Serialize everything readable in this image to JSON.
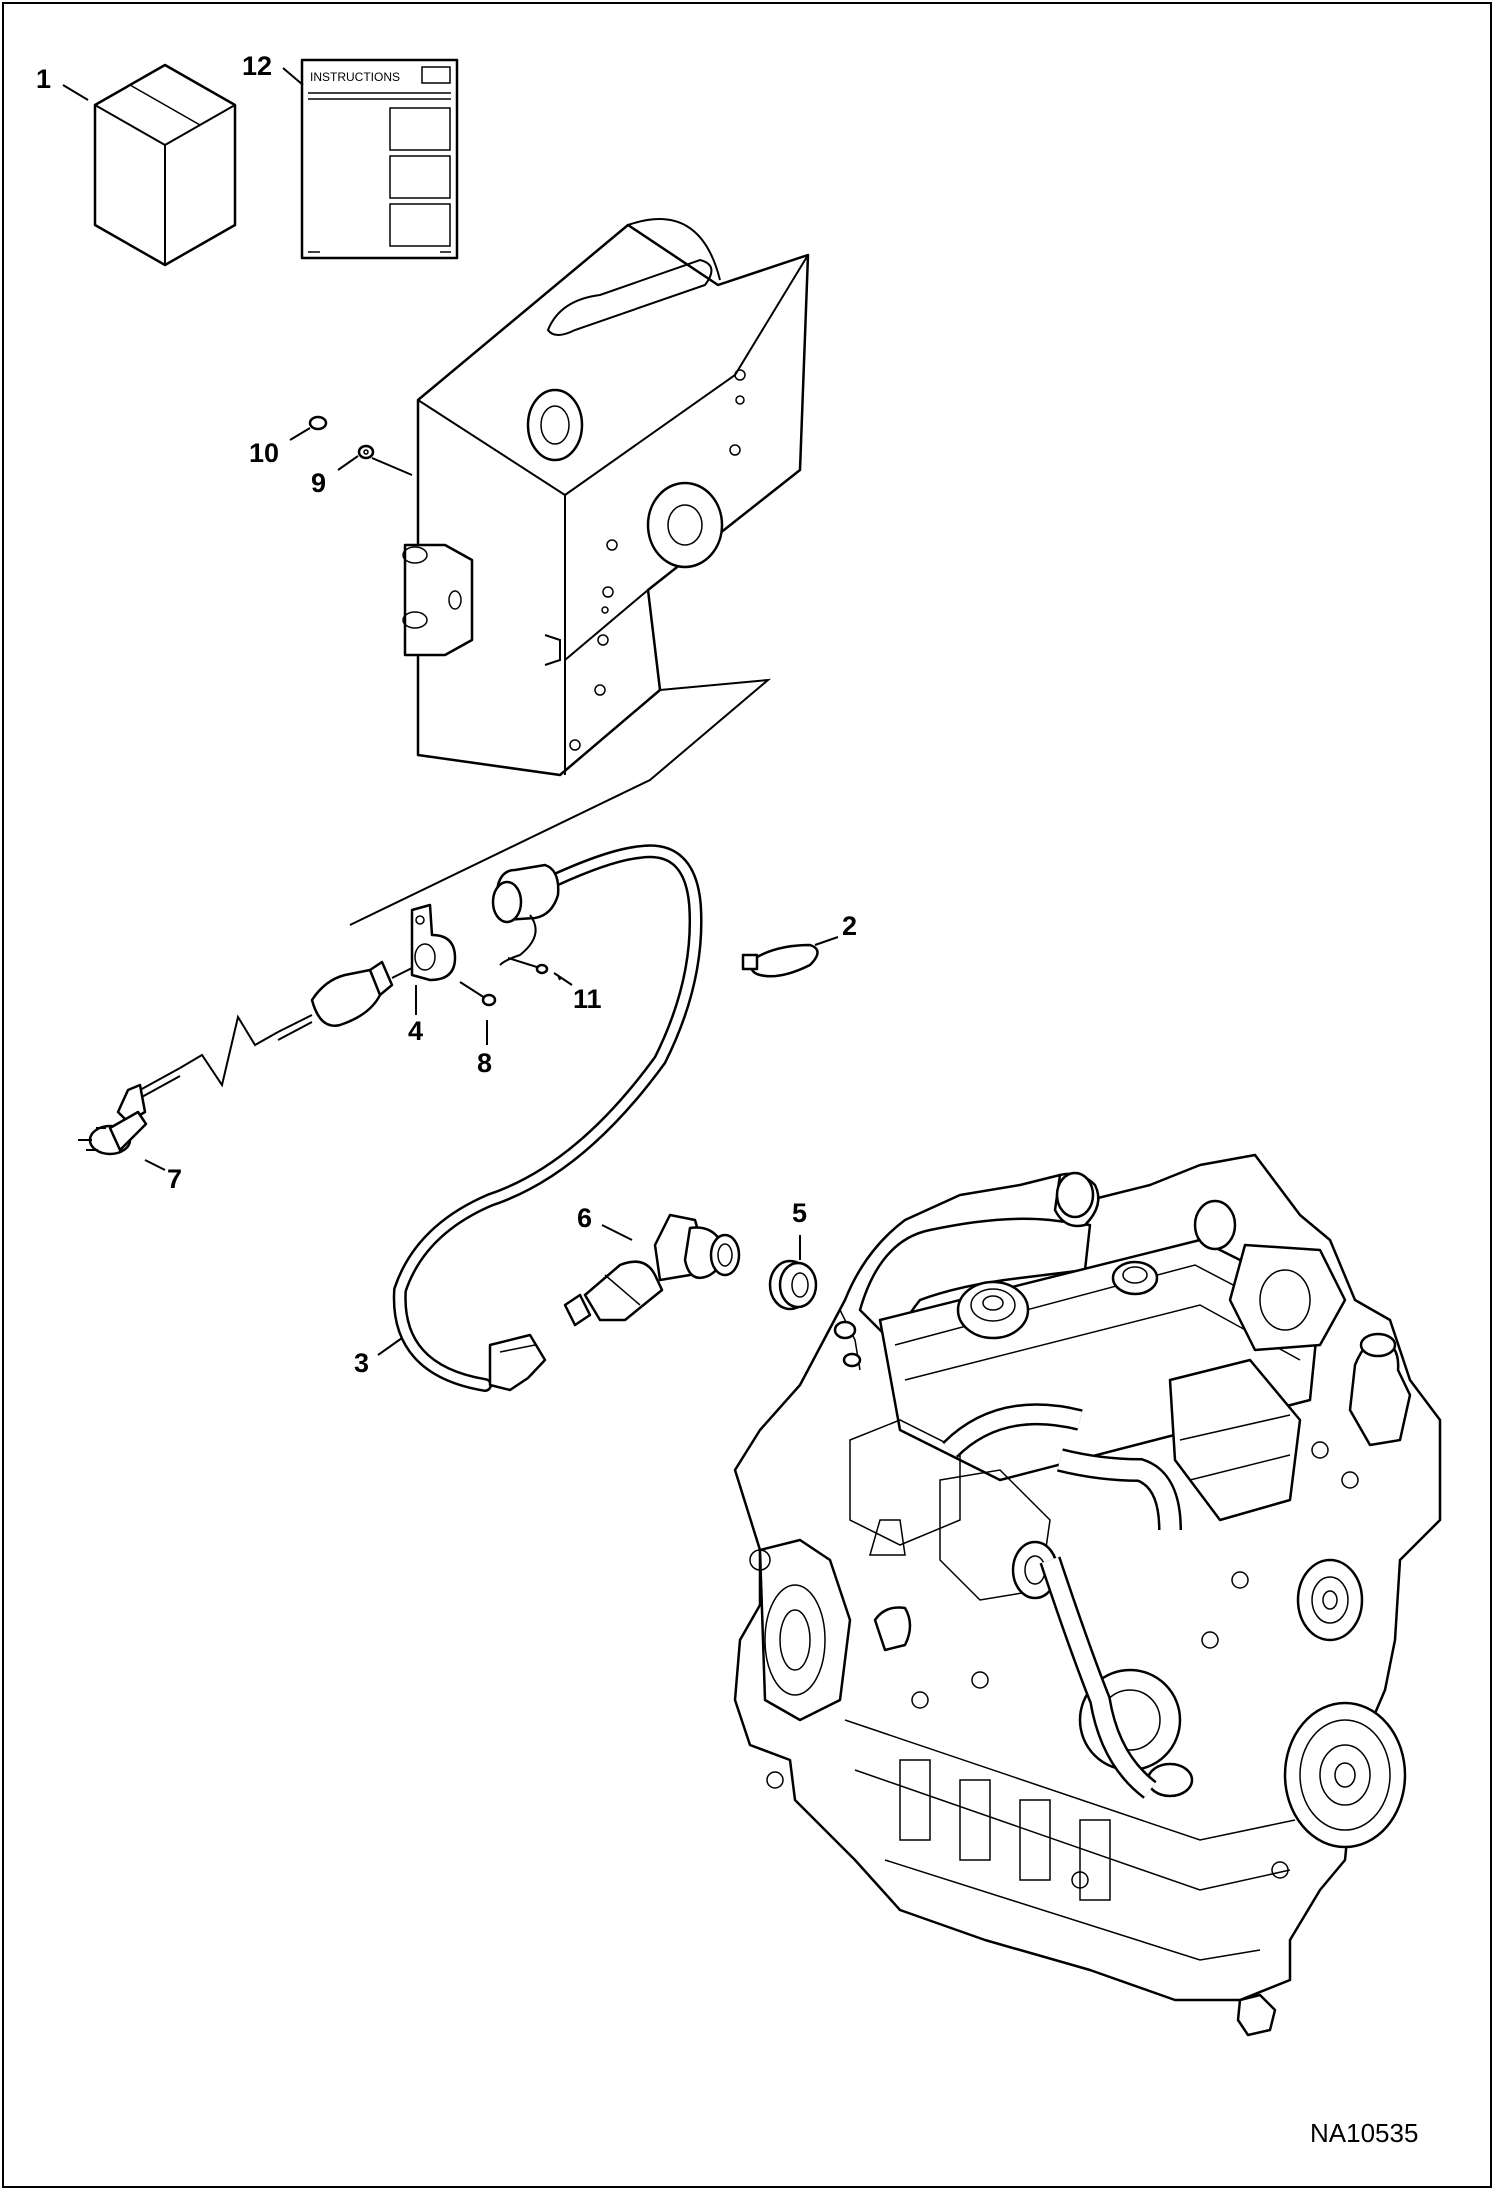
{
  "figure_id": "NA10535",
  "instructions_label": "INSTRUCTIONS",
  "callouts": [
    {
      "id": "callout-1",
      "label": "1"
    },
    {
      "id": "callout-2",
      "label": "2"
    },
    {
      "id": "callout-3",
      "label": "3"
    },
    {
      "id": "callout-4",
      "label": "4"
    },
    {
      "id": "callout-5",
      "label": "5"
    },
    {
      "id": "callout-6",
      "label": "6"
    },
    {
      "id": "callout-7",
      "label": "7"
    },
    {
      "id": "callout-8",
      "label": "8"
    },
    {
      "id": "callout-9",
      "label": "9"
    },
    {
      "id": "callout-10",
      "label": "10"
    },
    {
      "id": "callout-11",
      "label": "11"
    },
    {
      "id": "callout-12",
      "label": "12"
    }
  ]
}
